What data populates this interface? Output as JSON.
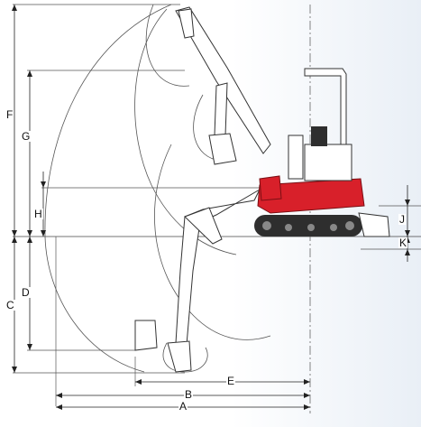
{
  "dimensions": {
    "A": "A",
    "B": "B",
    "C": "C",
    "D": "D",
    "E": "E",
    "F": "F",
    "G": "G",
    "H": "H",
    "J": "J",
    "K": "K"
  },
  "colors": {
    "body_red": "#d8202a",
    "track_dark": "#2e2e2e",
    "outline": "#3a3a3a",
    "arm_fill": "#ffffff",
    "background_fade": "#eef3f8"
  }
}
